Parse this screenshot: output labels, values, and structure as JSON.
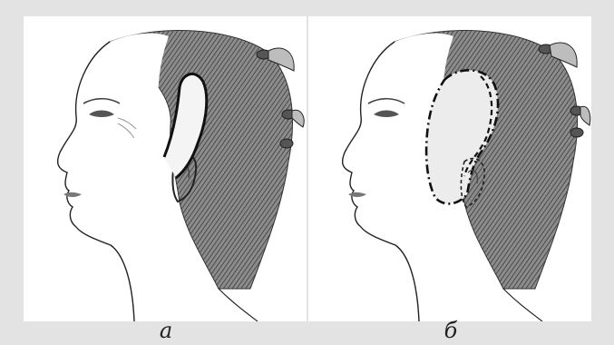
{
  "figure": {
    "panels": [
      {
        "id": "a",
        "label": "а"
      },
      {
        "id": "b",
        "label": "б"
      }
    ]
  }
}
